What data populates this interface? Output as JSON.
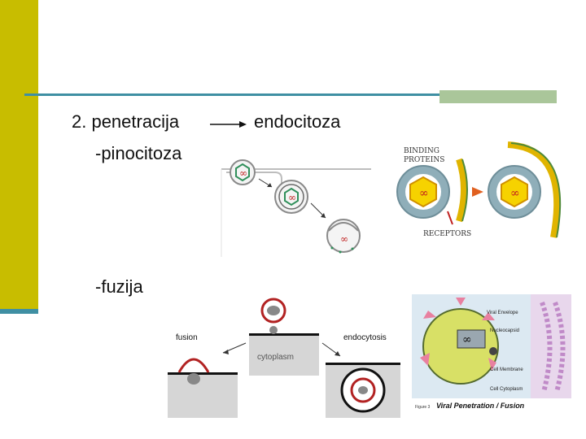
{
  "slide": {
    "line1_prefix": "2. penetracija",
    "line1_suffix": "endocitoza",
    "line2": "-pinocitoza",
    "line3": "-fuzija"
  },
  "figures": {
    "receptor_fig": {
      "binding_label_1": "BINDING",
      "binding_label_2": "PROTEINS",
      "receptors_label": "RECEPTORS"
    },
    "fusion_fig": {
      "fusion_label": "fusion",
      "cytoplasm_label": "cytoplasm",
      "endocytosis_label": "endocytosis"
    },
    "viral_fig": {
      "label_viral_envelope": "Viral Envelope",
      "label_nucleocapsid": "Nucleocapsid",
      "label_cell_membrane": "Cell Membrane",
      "label_cell_cytoplasm": "Cell Cytoplasm",
      "caption_prefix": "Figure 3",
      "caption": "Viral Penetration / Fusion"
    }
  },
  "colors": {
    "accent_yellow": "#c8bd00",
    "accent_teal": "#3f8fa3",
    "accent_green": "#aac69a"
  }
}
